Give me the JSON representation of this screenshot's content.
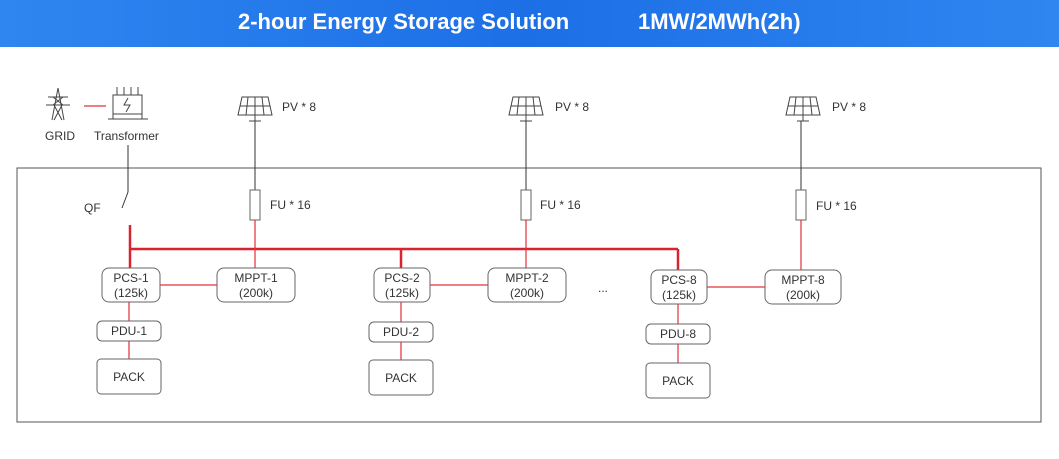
{
  "header": {
    "title": "2-hour Energy Storage Solution",
    "subtitle": "1MW/2MWh(2h)",
    "background_color": "#1d6fe6"
  },
  "grid": {
    "label": "GRID",
    "icon": "power-tower-icon"
  },
  "transformer": {
    "label": "Transformer",
    "icon": "transformer-icon"
  },
  "breaker": {
    "label": "QF"
  },
  "branches": [
    {
      "pv_label": "PV * 8",
      "fuse_label": "FU * 16",
      "pcs": [
        "PCS-1",
        "(125k)"
      ],
      "mppt": [
        "MPPT-1",
        "(200k)"
      ],
      "pdu": "PDU-1",
      "pack": "PACK"
    },
    {
      "pv_label": "PV * 8",
      "fuse_label": "FU * 16",
      "pcs": [
        "PCS-2",
        "(125k)"
      ],
      "mppt": [
        "MPPT-2",
        "(200k)"
      ],
      "pdu": "PDU-2",
      "pack": "PACK"
    },
    {
      "pv_label": "PV * 8",
      "fuse_label": "FU * 16",
      "pcs": [
        "PCS-8",
        "(125k)"
      ],
      "mppt": [
        "MPPT-8",
        "(200k)"
      ],
      "pdu": "PDU-8",
      "pack": "PACK"
    }
  ],
  "ellipsis": "...",
  "colors": {
    "bus": "#d9232e",
    "link": "#e0303a"
  }
}
